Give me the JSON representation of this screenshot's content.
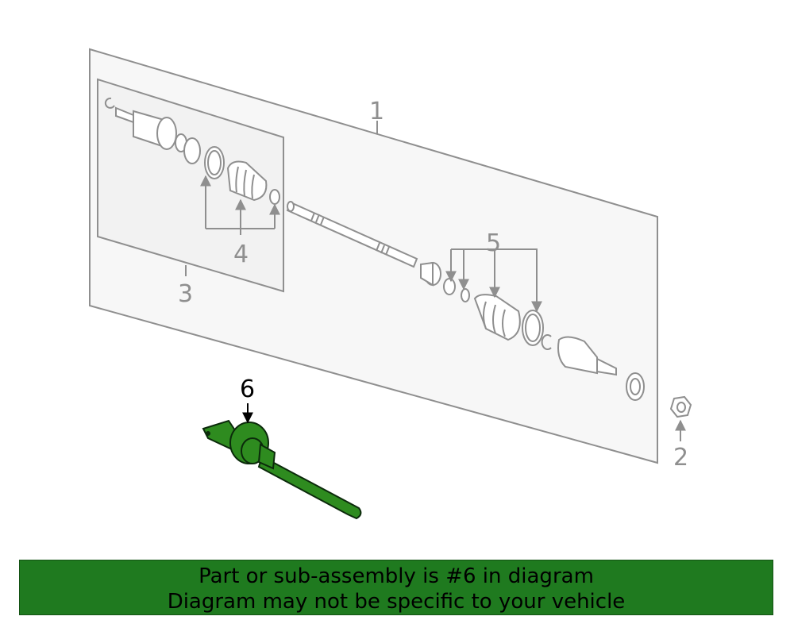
{
  "callouts": {
    "c1": "1",
    "c2": "2",
    "c3": "3",
    "c4": "4",
    "c5": "5",
    "c6": "6"
  },
  "banner": {
    "line1": "Part or sub-assembly is #6 in diagram",
    "line2": "Diagram may not be specific to your vehicle"
  },
  "colors": {
    "highlight_part": "#2e8b1f",
    "banner_background": "#1f7a1f",
    "line_art": "#8f8f8f",
    "panel_fill": "#f7f7f7"
  }
}
